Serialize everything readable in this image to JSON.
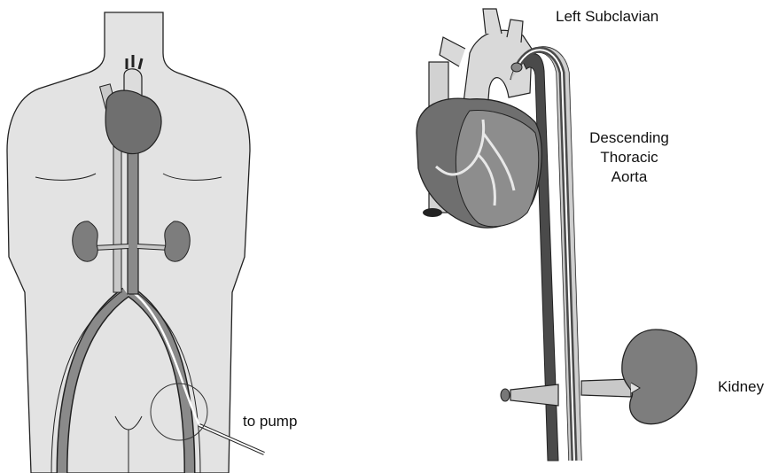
{
  "labels": {
    "left_subclavian": "Left Subclavian",
    "aorta_line1": "Descending",
    "aorta_line2": "Thoracic",
    "aorta_line3": "Aorta",
    "kidney": "Kidney",
    "to_pump": "to pump"
  },
  "colors": {
    "body": "#e3e3e3",
    "heart": "#6f6f6f",
    "vessel": "#c8c8c8",
    "outline": "#222222",
    "aorta_dark": "#4a4a4a"
  }
}
